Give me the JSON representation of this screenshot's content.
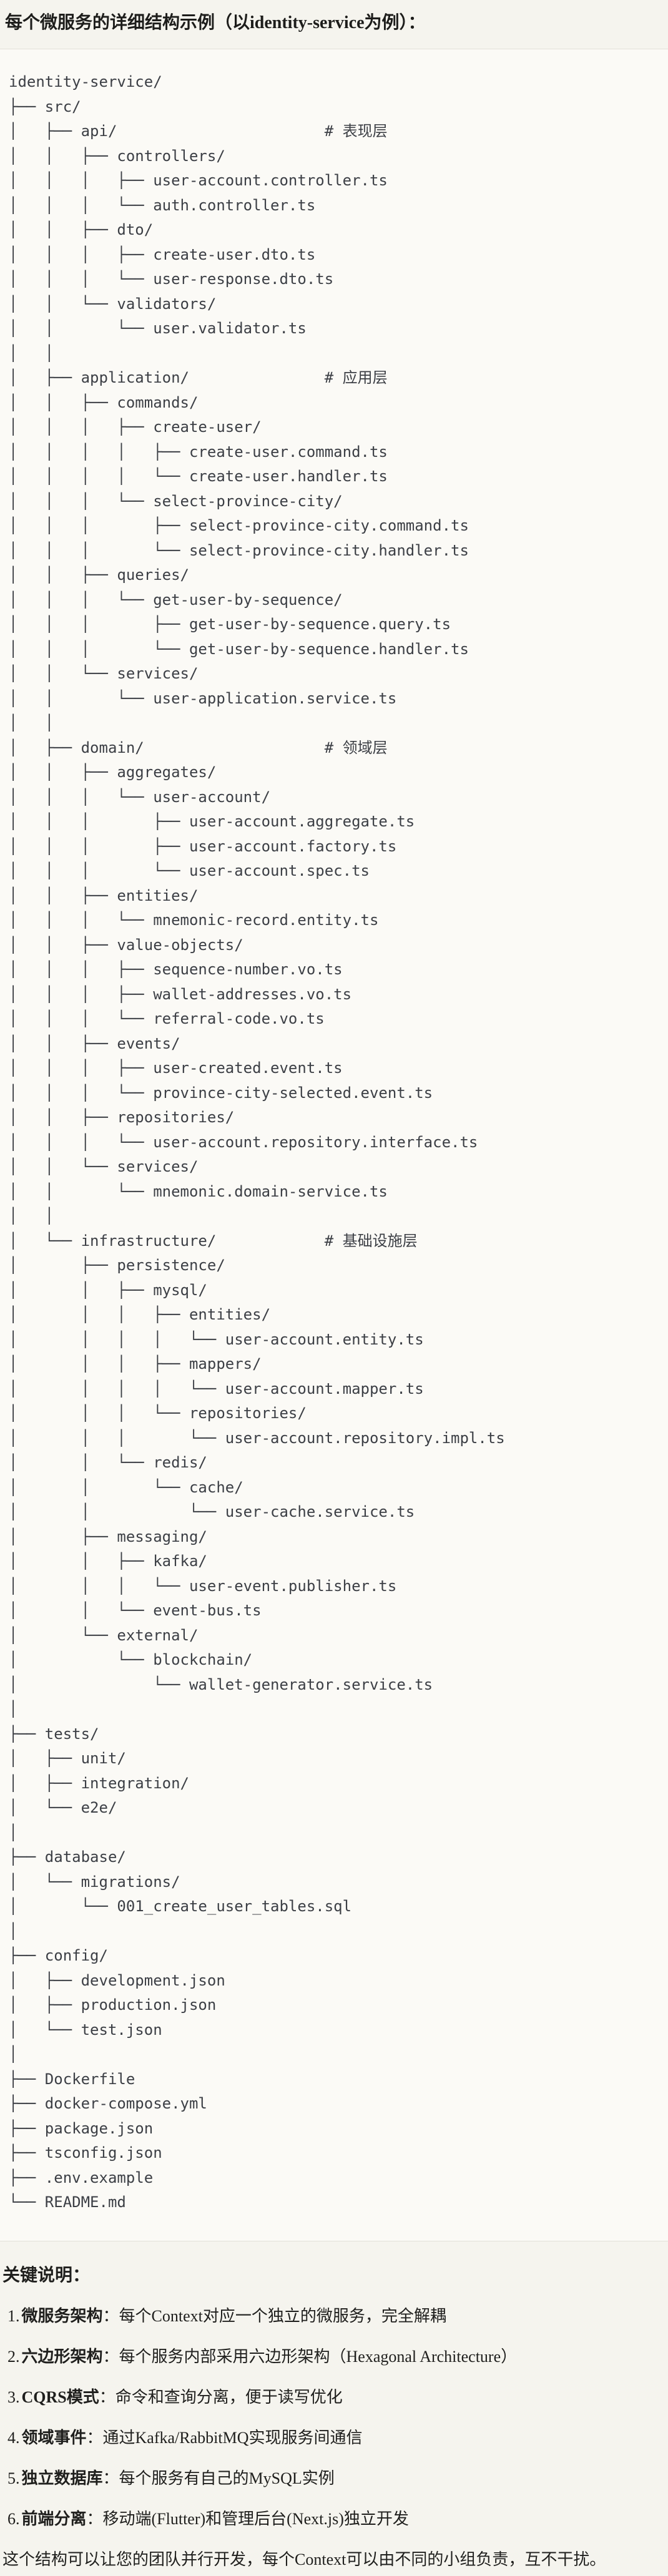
{
  "title": "每个微服务的详细结构示例（以identity-service为例）：",
  "file_tree": {
    "lines": [
      "identity-service/",
      "├── src/",
      "│   ├── api/                       # 表现层",
      "│   │   ├── controllers/",
      "│   │   │   ├── user-account.controller.ts",
      "│   │   │   └── auth.controller.ts",
      "│   │   ├── dto/",
      "│   │   │   ├── create-user.dto.ts",
      "│   │   │   └── user-response.dto.ts",
      "│   │   └── validators/",
      "│   │       └── user.validator.ts",
      "│   │",
      "│   ├── application/               # 应用层",
      "│   │   ├── commands/",
      "│   │   │   ├── create-user/",
      "│   │   │   │   ├── create-user.command.ts",
      "│   │   │   │   └── create-user.handler.ts",
      "│   │   │   └── select-province-city/",
      "│   │   │       ├── select-province-city.command.ts",
      "│   │   │       └── select-province-city.handler.ts",
      "│   │   ├── queries/",
      "│   │   │   └── get-user-by-sequence/",
      "│   │   │       ├── get-user-by-sequence.query.ts",
      "│   │   │       └── get-user-by-sequence.handler.ts",
      "│   │   └── services/",
      "│   │       └── user-application.service.ts",
      "│   │",
      "│   ├── domain/                    # 领域层",
      "│   │   ├── aggregates/",
      "│   │   │   └── user-account/",
      "│   │   │       ├── user-account.aggregate.ts",
      "│   │   │       ├── user-account.factory.ts",
      "│   │   │       └── user-account.spec.ts",
      "│   │   ├── entities/",
      "│   │   │   └── mnemonic-record.entity.ts",
      "│   │   ├── value-objects/",
      "│   │   │   ├── sequence-number.vo.ts",
      "│   │   │   ├── wallet-addresses.vo.ts",
      "│   │   │   └── referral-code.vo.ts",
      "│   │   ├── events/",
      "│   │   │   ├── user-created.event.ts",
      "│   │   │   └── province-city-selected.event.ts",
      "│   │   ├── repositories/",
      "│   │   │   └── user-account.repository.interface.ts",
      "│   │   └── services/",
      "│   │       └── mnemonic.domain-service.ts",
      "│   │",
      "│   └── infrastructure/            # 基础设施层",
      "│       ├── persistence/",
      "│       │   ├── mysql/",
      "│       │   │   ├── entities/",
      "│       │   │   │   └── user-account.entity.ts",
      "│       │   │   ├── mappers/",
      "│       │   │   │   └── user-account.mapper.ts",
      "│       │   │   └── repositories/",
      "│       │   │       └── user-account.repository.impl.ts",
      "│       │   └── redis/",
      "│       │       └── cache/",
      "│       │           └── user-cache.service.ts",
      "│       ├── messaging/",
      "│       │   ├── kafka/",
      "│       │   │   └── user-event.publisher.ts",
      "│       │   └── event-bus.ts",
      "│       └── external/",
      "│           └── blockchain/",
      "│               └── wallet-generator.service.ts",
      "│",
      "├── tests/",
      "│   ├── unit/",
      "│   ├── integration/",
      "│   └── e2e/",
      "│",
      "├── database/",
      "│   └── migrations/",
      "│       └── 001_create_user_tables.sql",
      "│",
      "├── config/",
      "│   ├── development.json",
      "│   ├── production.json",
      "│   └── test.json",
      "│",
      "├── Dockerfile",
      "├── docker-compose.yml",
      "├── package.json",
      "├── tsconfig.json",
      "├── .env.example",
      "└── README.md"
    ]
  },
  "notes": {
    "heading": "关键说明：",
    "items": [
      {
        "num": "1.",
        "label": "微服务架构",
        "text": "：每个Context对应一个独立的微服务，完全解耦"
      },
      {
        "num": "2.",
        "label": "六边形架构",
        "text": "：每个服务内部采用六边形架构（Hexagonal Architecture）"
      },
      {
        "num": "3.",
        "label": "CQRS模式",
        "text": "：命令和查询分离，便于读写优化"
      },
      {
        "num": "4.",
        "label": "领域事件",
        "text": "：通过Kafka/RabbitMQ实现服务间通信"
      },
      {
        "num": "5.",
        "label": "独立数据库",
        "text": "：每个服务有自己的MySQL实例"
      },
      {
        "num": "6.",
        "label": "前端分离",
        "text": "：移动端(Flutter)和管理后台(Next.js)独立开发"
      }
    ],
    "footer": "这个结构可以让您的团队并行开发，每个Context可以由不同的小组负责，互不干扰。"
  },
  "colors": {
    "page_bg": "#f5f4ee",
    "code_bg": "#fbfaf6",
    "border": "#e2e0d8",
    "tree_text": "#3c3f45",
    "body_text": "#1f1f1d"
  }
}
